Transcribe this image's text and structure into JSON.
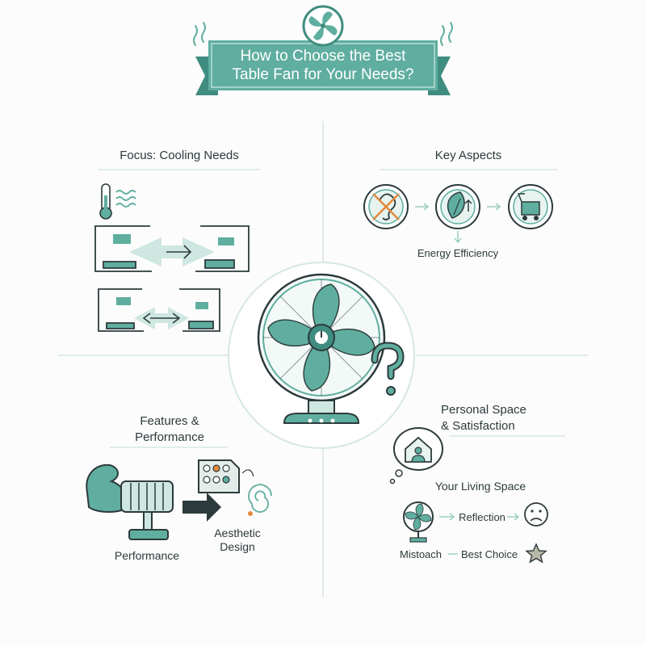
{
  "title": {
    "line1": "How to Choose the Best",
    "line2": "Table Fan for Your Needs?"
  },
  "colors": {
    "teal": "#5fae9f",
    "teal_dark": "#3f8c80",
    "teal_light": "#cfe7e1",
    "line": "#cfe2dd",
    "ink": "#2d3a3c",
    "accent": "#e58a3c"
  },
  "quadrants": {
    "cooling": {
      "title": "Focus: Cooling Needs"
    },
    "aspects": {
      "title": "Key Aspects",
      "energy_label": "Energy Efficiency"
    },
    "features": {
      "title_line1": "Features &",
      "title_line2": "Performance",
      "performance_label": "Performance",
      "design_line1": "Aesthetic",
      "design_line2": "Design"
    },
    "personal": {
      "title_line1": "Personal Space",
      "title_line2": "& Satisfaction",
      "living_label": "Your Living Space",
      "reflection_label": "Reflection",
      "mismatch_label": "Mistoach",
      "best_choice_label": "Best Choice"
    }
  },
  "icons": [
    "fan-icon",
    "thermometer-icon",
    "heat-waves-icon",
    "no-noise-ear-icon",
    "leaf-energy-icon",
    "portable-cart-icon",
    "flexed-arm-icon",
    "control-panel-icon",
    "spiral-icon",
    "house-person-icon",
    "sad-face-icon",
    "star-icon",
    "question-mark-icon"
  ]
}
